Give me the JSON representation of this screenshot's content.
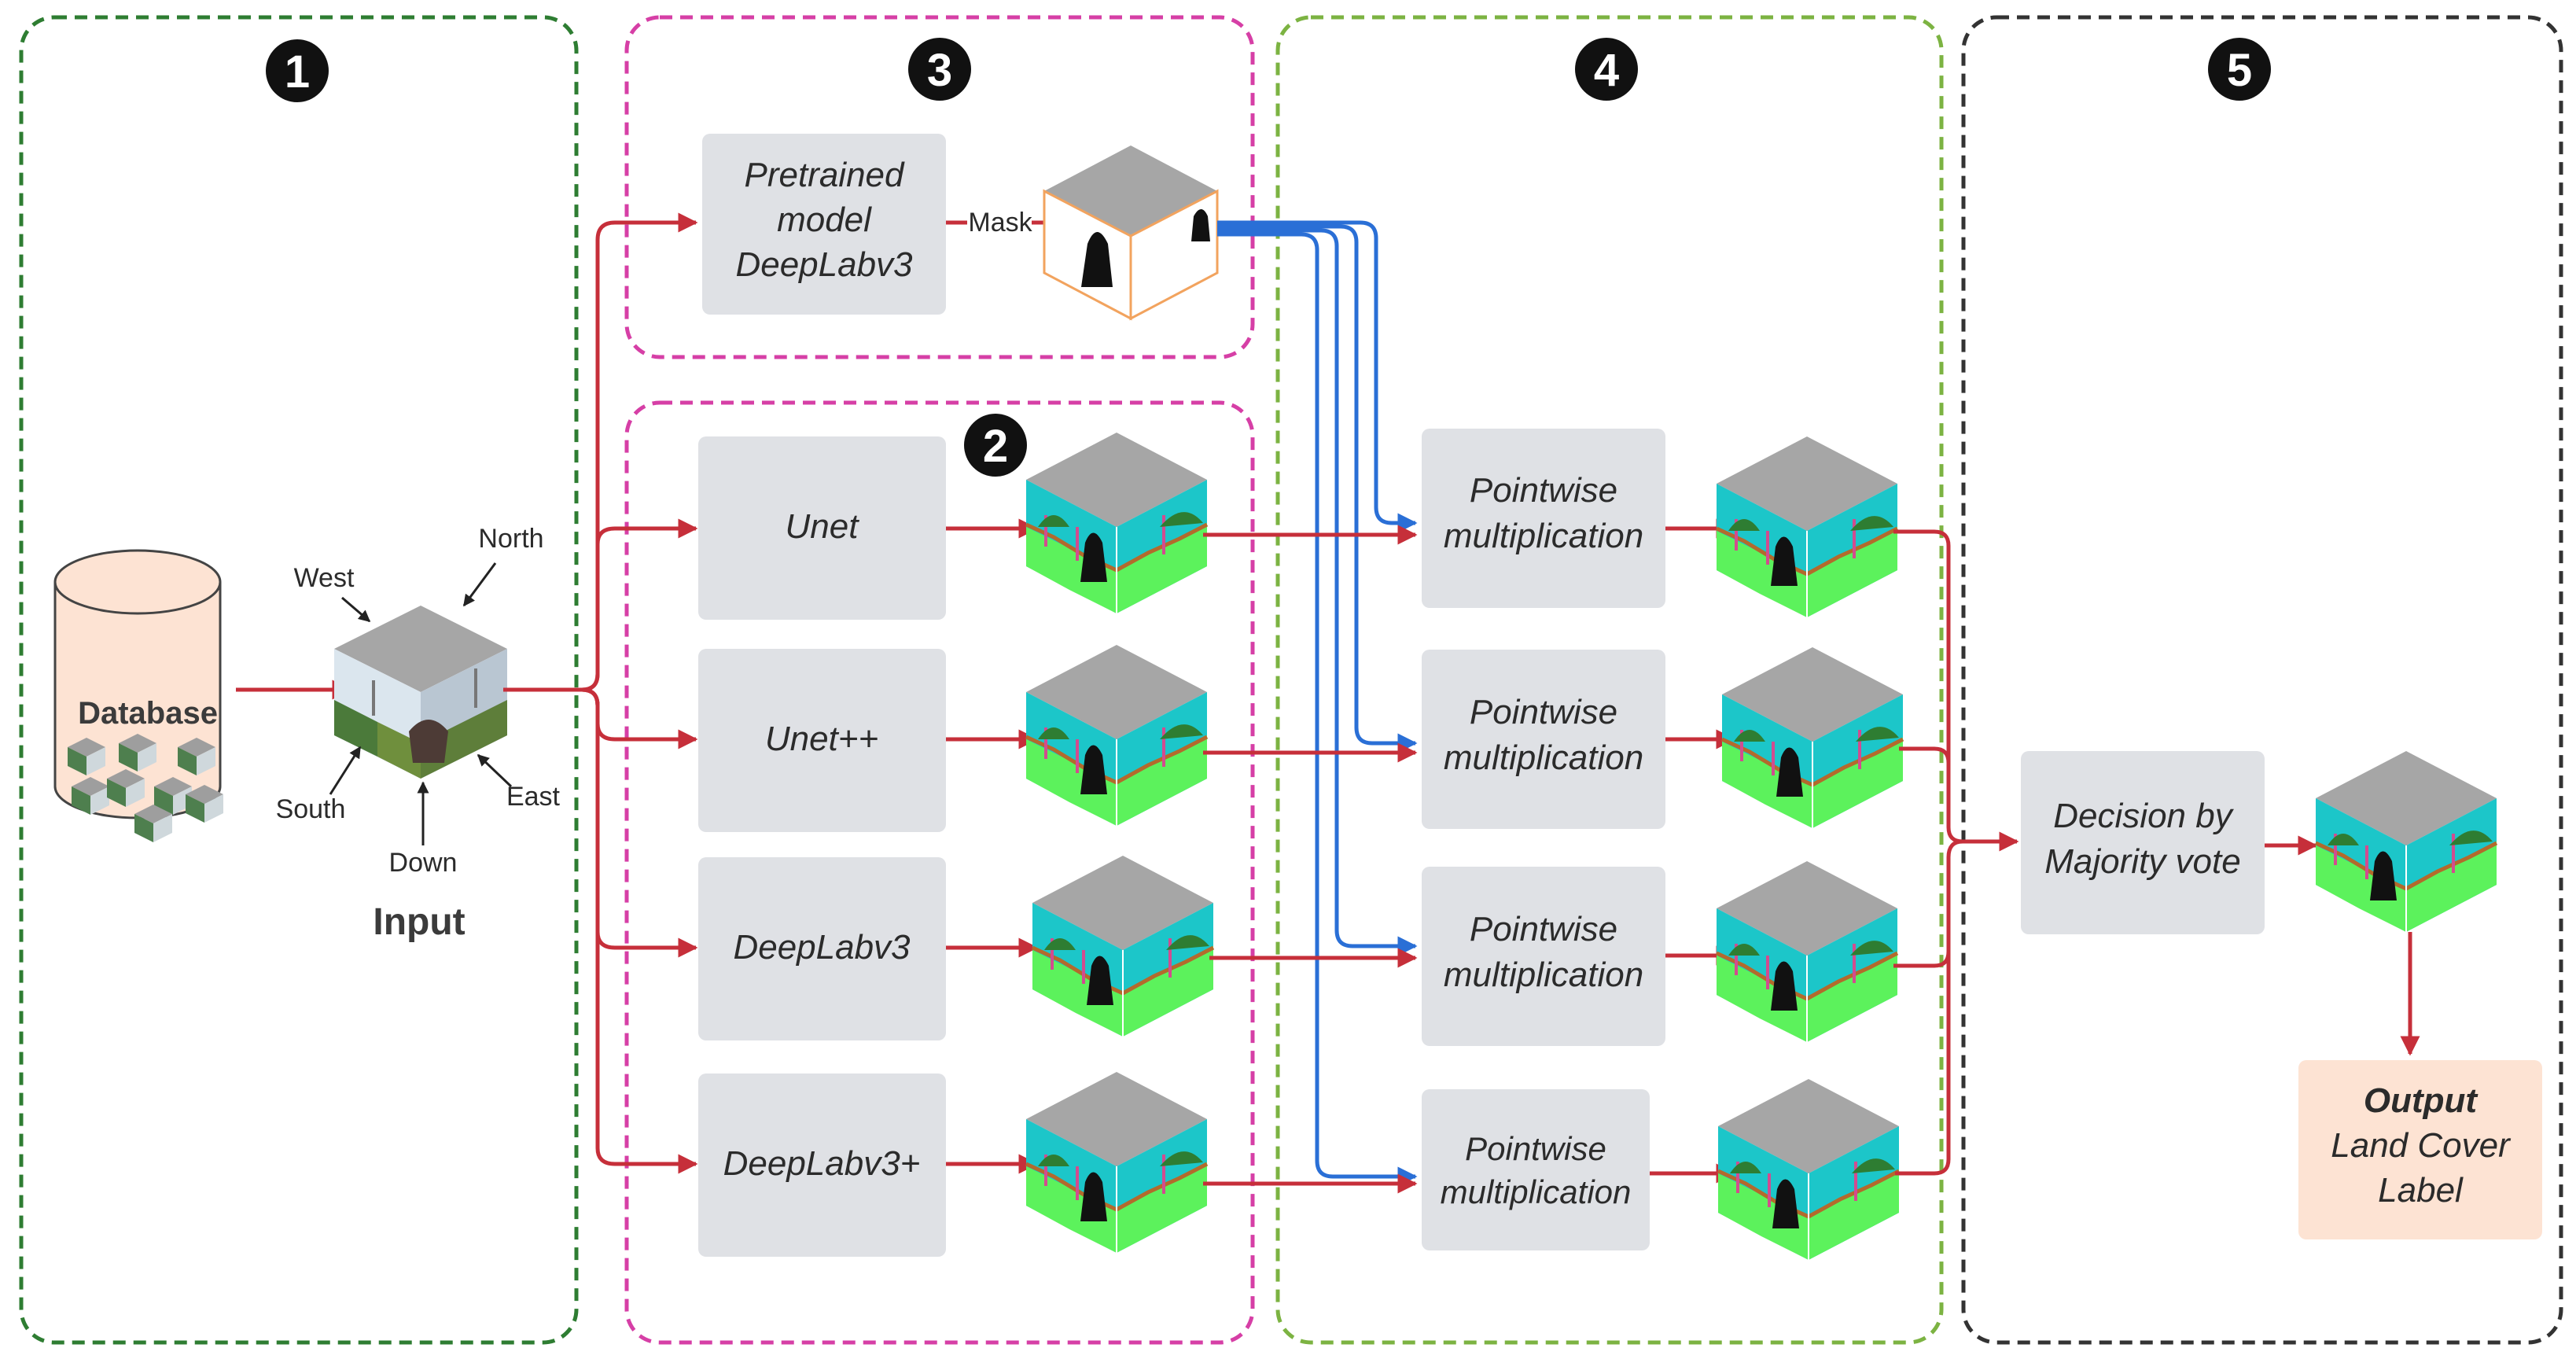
{
  "sections": [
    {
      "number": "1"
    },
    {
      "number": "3"
    },
    {
      "number": "2"
    },
    {
      "number": "4"
    },
    {
      "number": "5"
    }
  ],
  "database": {
    "label": "Database"
  },
  "input": {
    "label": "Input",
    "directions": {
      "north": "North",
      "west": "West",
      "south": "South",
      "east": "East",
      "down": "Down"
    }
  },
  "pretrained": {
    "line1": "Pretrained",
    "line2": "model",
    "line3": "DeepLabv3",
    "mask_label": "Mask"
  },
  "models": [
    {
      "name": "Unet"
    },
    {
      "name": "Unet++"
    },
    {
      "name": "DeepLabv3"
    },
    {
      "name": "DeepLabv3+"
    }
  ],
  "pointwise": {
    "line1": "Pointwise",
    "line2": "multiplication"
  },
  "decision": {
    "line1": "Decision by",
    "line2": "Majority vote"
  },
  "output": {
    "line1": "Output",
    "line2": "Land Cover",
    "line3": "Label"
  },
  "colors": {
    "arrow_red": "#c62f3a",
    "arrow_blue": "#2a6fd6",
    "section1": "#2e7d32",
    "section2": "#d63fa6",
    "section3": "#d63fa6",
    "section4": "#7cb342",
    "section5": "#333333",
    "box_gray": "#dfe1e5",
    "database_fill": "#fde3d3",
    "output_fill": "#fde3d3",
    "cube_top": "#a6a6a6",
    "cube_sky": "#1cc6c9",
    "cube_ground": "#5cf25c"
  }
}
